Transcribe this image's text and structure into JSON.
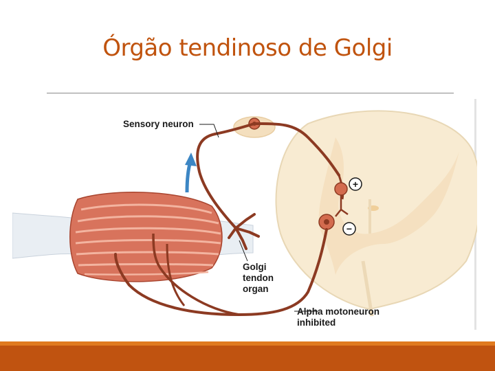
{
  "slide": {
    "title": "Órgão tendinoso de Golgi"
  },
  "diagram": {
    "labels": {
      "sensory_neuron": "Sensory neuron",
      "golgi_line1": "Golgi",
      "golgi_line2": "tendon",
      "golgi_line3": "organ",
      "alpha_line1": "Alpha motoneuron",
      "alpha_line2": "inhibited"
    },
    "symbols": {
      "plus": "+",
      "minus": "−"
    }
  },
  "colors": {
    "title": "#c0530e",
    "footer_thin": "#e07a1f",
    "footer_bar": "#c05310",
    "nerve": "#8c3a22",
    "muscle": "#d8735c",
    "spinal_cord": "#f8ebd2",
    "arrow": "#3c86c4"
  }
}
